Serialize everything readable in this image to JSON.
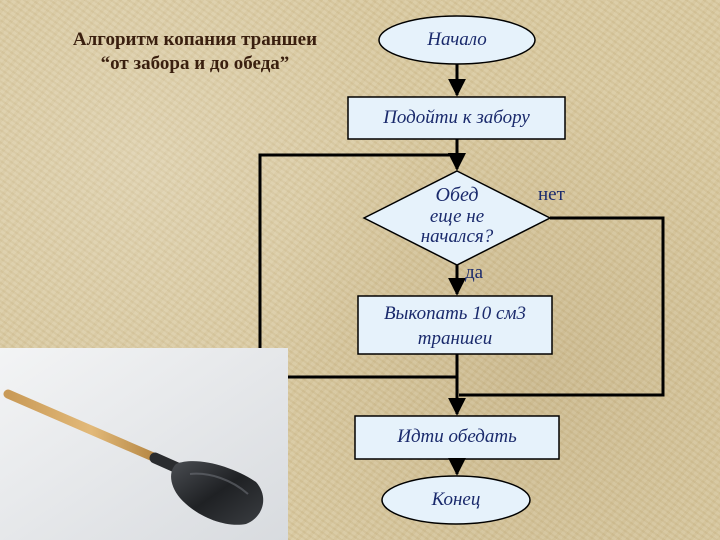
{
  "title": {
    "line1": "Алгоритм копания траншеи",
    "line2": "“от забора и до обеда”"
  },
  "nodes": {
    "start": "Начало",
    "approach_fence": "Подойти к забору",
    "decision_line1": "Обед",
    "decision_line2": "еще не",
    "decision_line3": "начался?",
    "dig_line1": "Выкопать 10 см3",
    "dig_line2": "траншеи",
    "go_lunch": "Идти обедать",
    "end": "Конец"
  },
  "labels": {
    "no": "нет",
    "yes": "да"
  },
  "colors": {
    "box_fill": "#e6f2fb",
    "stroke": "#000000",
    "text": "#1a2a6c",
    "title": "#3a1f0f"
  },
  "illustration": "shovel-photo"
}
